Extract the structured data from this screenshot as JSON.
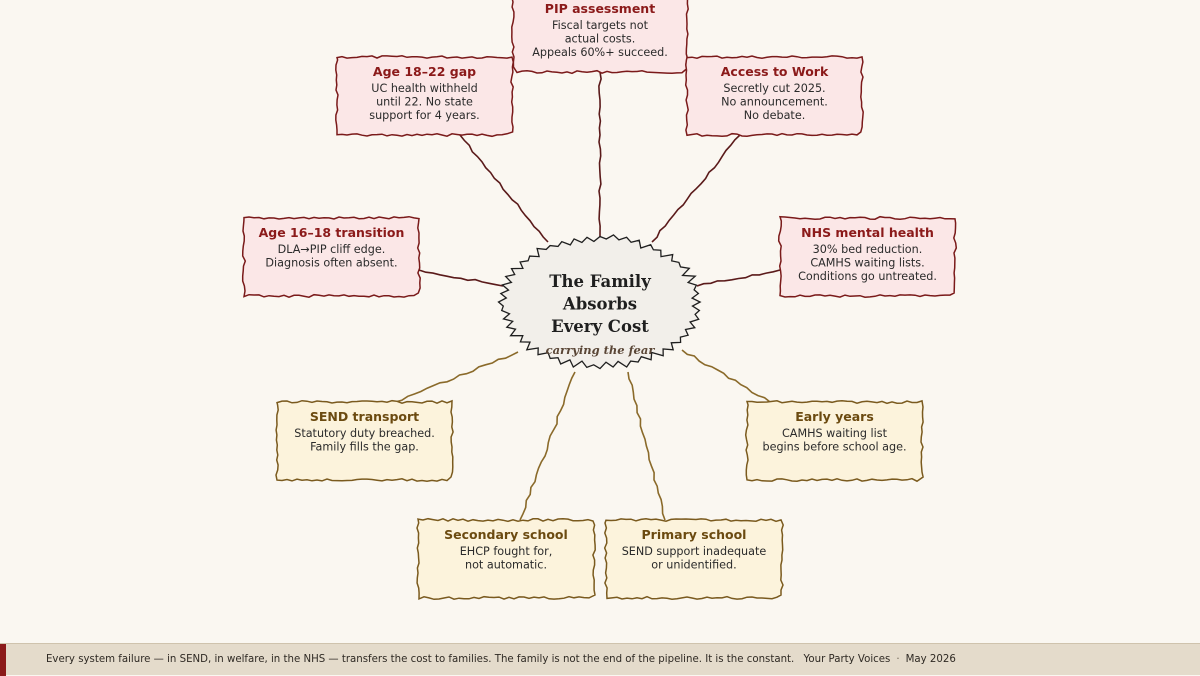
{
  "hub": {
    "title_lines": [
      "The Family",
      "Absorbs",
      "Every Cost"
    ],
    "subtitle": "carrying the fear"
  },
  "nodes": [
    {
      "id": "pip-assessment",
      "title": "PIP assessment",
      "lines": [
        "Fiscal targets not",
        "actual costs.",
        "Appeals 60%+ succeed."
      ],
      "kind": "welfare"
    },
    {
      "id": "age-18-22-gap",
      "title": "Age 18–22 gap",
      "lines": [
        "UC health withheld",
        "until 22. No state",
        "support for 4 years."
      ],
      "kind": "welfare"
    },
    {
      "id": "access-to-work",
      "title": "Access to Work",
      "lines": [
        "Secretly cut 2025.",
        "No announcement.",
        "No debate."
      ],
      "kind": "welfare"
    },
    {
      "id": "age-16-18-transition",
      "title": "Age 16–18 transition",
      "lines": [
        "DLA→PIP cliff edge.",
        "Diagnosis often absent."
      ],
      "kind": "welfare"
    },
    {
      "id": "nhs-mental-health",
      "title": "NHS mental health",
      "lines": [
        "30% bed reduction.",
        "CAMHS waiting lists.",
        "Conditions go untreated."
      ],
      "kind": "welfare"
    },
    {
      "id": "send-transport",
      "title": "SEND transport",
      "lines": [
        "Statutory duty breached.",
        "Family fills the gap."
      ],
      "kind": "education"
    },
    {
      "id": "early-years",
      "title": "Early years",
      "lines": [
        "CAMHS waiting list",
        "begins before school age."
      ],
      "kind": "education"
    },
    {
      "id": "secondary-school",
      "title": "Secondary school",
      "lines": [
        "EHCP fought for,",
        "not automatic."
      ],
      "kind": "education"
    },
    {
      "id": "primary-school",
      "title": "Primary school",
      "lines": [
        "SEND support inadequate",
        "or unidentified."
      ],
      "kind": "education"
    }
  ],
  "footer": {
    "statement": "Every system failure — in SEND, in welfare, in the NHS — transfers the cost to families. The family is not the end of the pipeline. It is the constant.",
    "source": "Your Party Voices",
    "separator": "·",
    "date": "May 2026"
  },
  "colors": {
    "background": "#faf7f1",
    "welfare_fill": "#fbe7e7",
    "welfare_border": "#7a1a1a",
    "welfare_title": "#8b1a1a",
    "education_fill": "#fcf3dc",
    "education_border": "#7a5a1e",
    "education_title": "#6b4a10",
    "hub_fill": "#f2efea",
    "hub_border": "#1f1f1f",
    "footer_bg": "#e4dbcb",
    "footer_accent": "#8b1a1a"
  }
}
